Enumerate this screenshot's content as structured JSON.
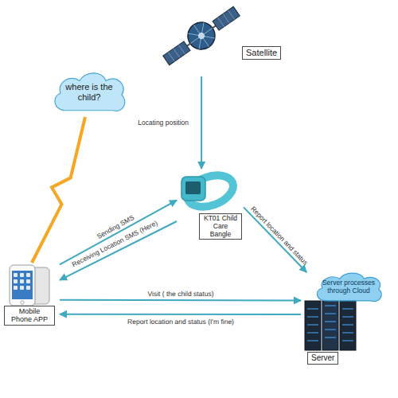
{
  "diagram": {
    "nodes": [
      {
        "text": [
          "Satellite"
        ]
      },
      {
        "text": [
          "where is the child?"
        ]
      },
      {
        "text": [
          "KT01 Child Care Bangle"
        ]
      },
      {
        "text": [
          "Server processes through Cloud"
        ]
      },
      {
        "text": [
          "Mobile Phone APP"
        ]
      },
      {
        "text": [
          "Server"
        ]
      }
    ],
    "edges": [
      {
        "from": 0,
        "to": 2,
        "label": "Locating position",
        "arrow": "to"
      },
      {
        "from": 4,
        "to": 2,
        "label": "Sending SMS",
        "arrow": "to"
      },
      {
        "from": 2,
        "to": 4,
        "label": "Receiving Location SMS (Here)",
        "arrow": "to"
      },
      {
        "from": 2,
        "to": 5,
        "label": "Report location and status",
        "arrow": "to"
      },
      {
        "from": 4,
        "to": 5,
        "label": "Visit ( the child status)",
        "arrow": "to"
      },
      {
        "from": 5,
        "to": 4,
        "label": "Report location and status (I'm fine)",
        "arrow": "to"
      },
      {
        "from": 4,
        "to": 1,
        "arrow": "none"
      }
    ]
  }
}
